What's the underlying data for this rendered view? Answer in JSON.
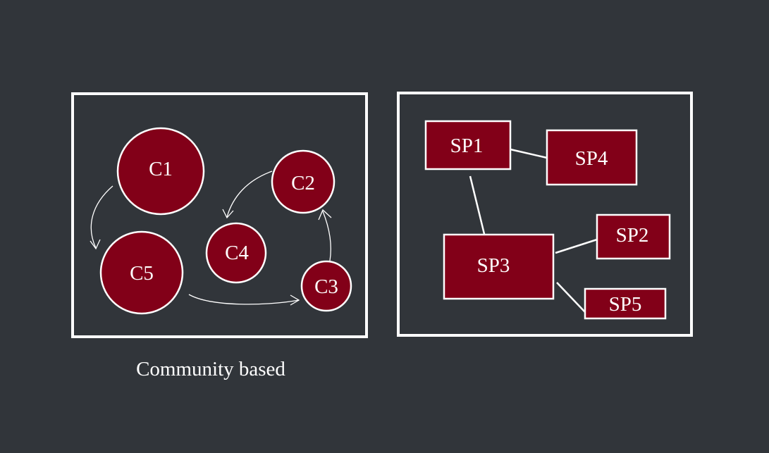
{
  "colors": {
    "background": "#31353a",
    "node_fill": "#820018",
    "stroke": "#ffffff"
  },
  "community_panel": {
    "caption": "Community based",
    "nodes": {
      "c1": "C1",
      "c2": "C2",
      "c3": "C3",
      "c4": "C4",
      "c5": "C5"
    },
    "flows": [
      {
        "from": "C1",
        "to": "C5"
      },
      {
        "from": "C5",
        "to": "C3"
      },
      {
        "from": "C3",
        "to": "C2"
      },
      {
        "from": "C2",
        "to": "C4"
      }
    ]
  },
  "superpeer_panel": {
    "nodes": {
      "sp1": "SP1",
      "sp2": "SP2",
      "sp3": "SP3",
      "sp4": "SP4",
      "sp5": "SP5"
    },
    "links": [
      {
        "from": "SP1",
        "to": "SP4"
      },
      {
        "from": "SP1",
        "to": "SP3"
      },
      {
        "from": "SP3",
        "to": "SP2"
      },
      {
        "from": "SP3",
        "to": "SP5"
      }
    ]
  }
}
